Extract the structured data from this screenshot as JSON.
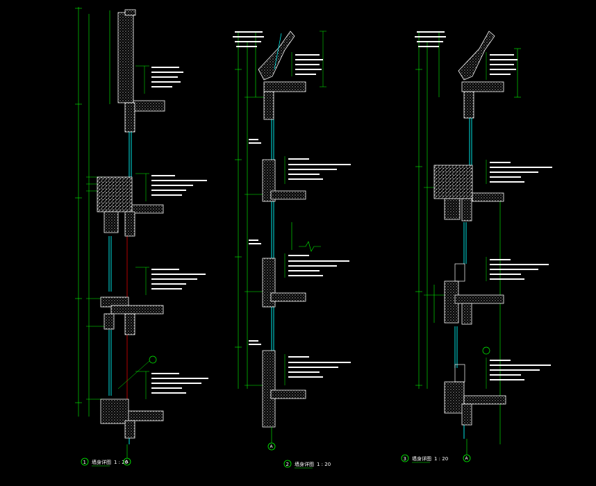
{
  "colors": {
    "background": "#000000",
    "dimension": "#00ff00",
    "wall": "#ffffff",
    "glass": "#00ffff",
    "axis": "#ff0000",
    "leader": "#00ff00",
    "text": "#ffffff",
    "marker": "#ffff00"
  },
  "sections": [
    {
      "id": "1",
      "title": "墙身详图",
      "scale": "1 : 20",
      "axis": "A"
    },
    {
      "id": "2",
      "title": "墙身详图",
      "scale": "1 : 20",
      "axis": "A"
    },
    {
      "id": "3",
      "title": "墙身详图",
      "scale": "1 : 20",
      "axis": "A"
    }
  ]
}
